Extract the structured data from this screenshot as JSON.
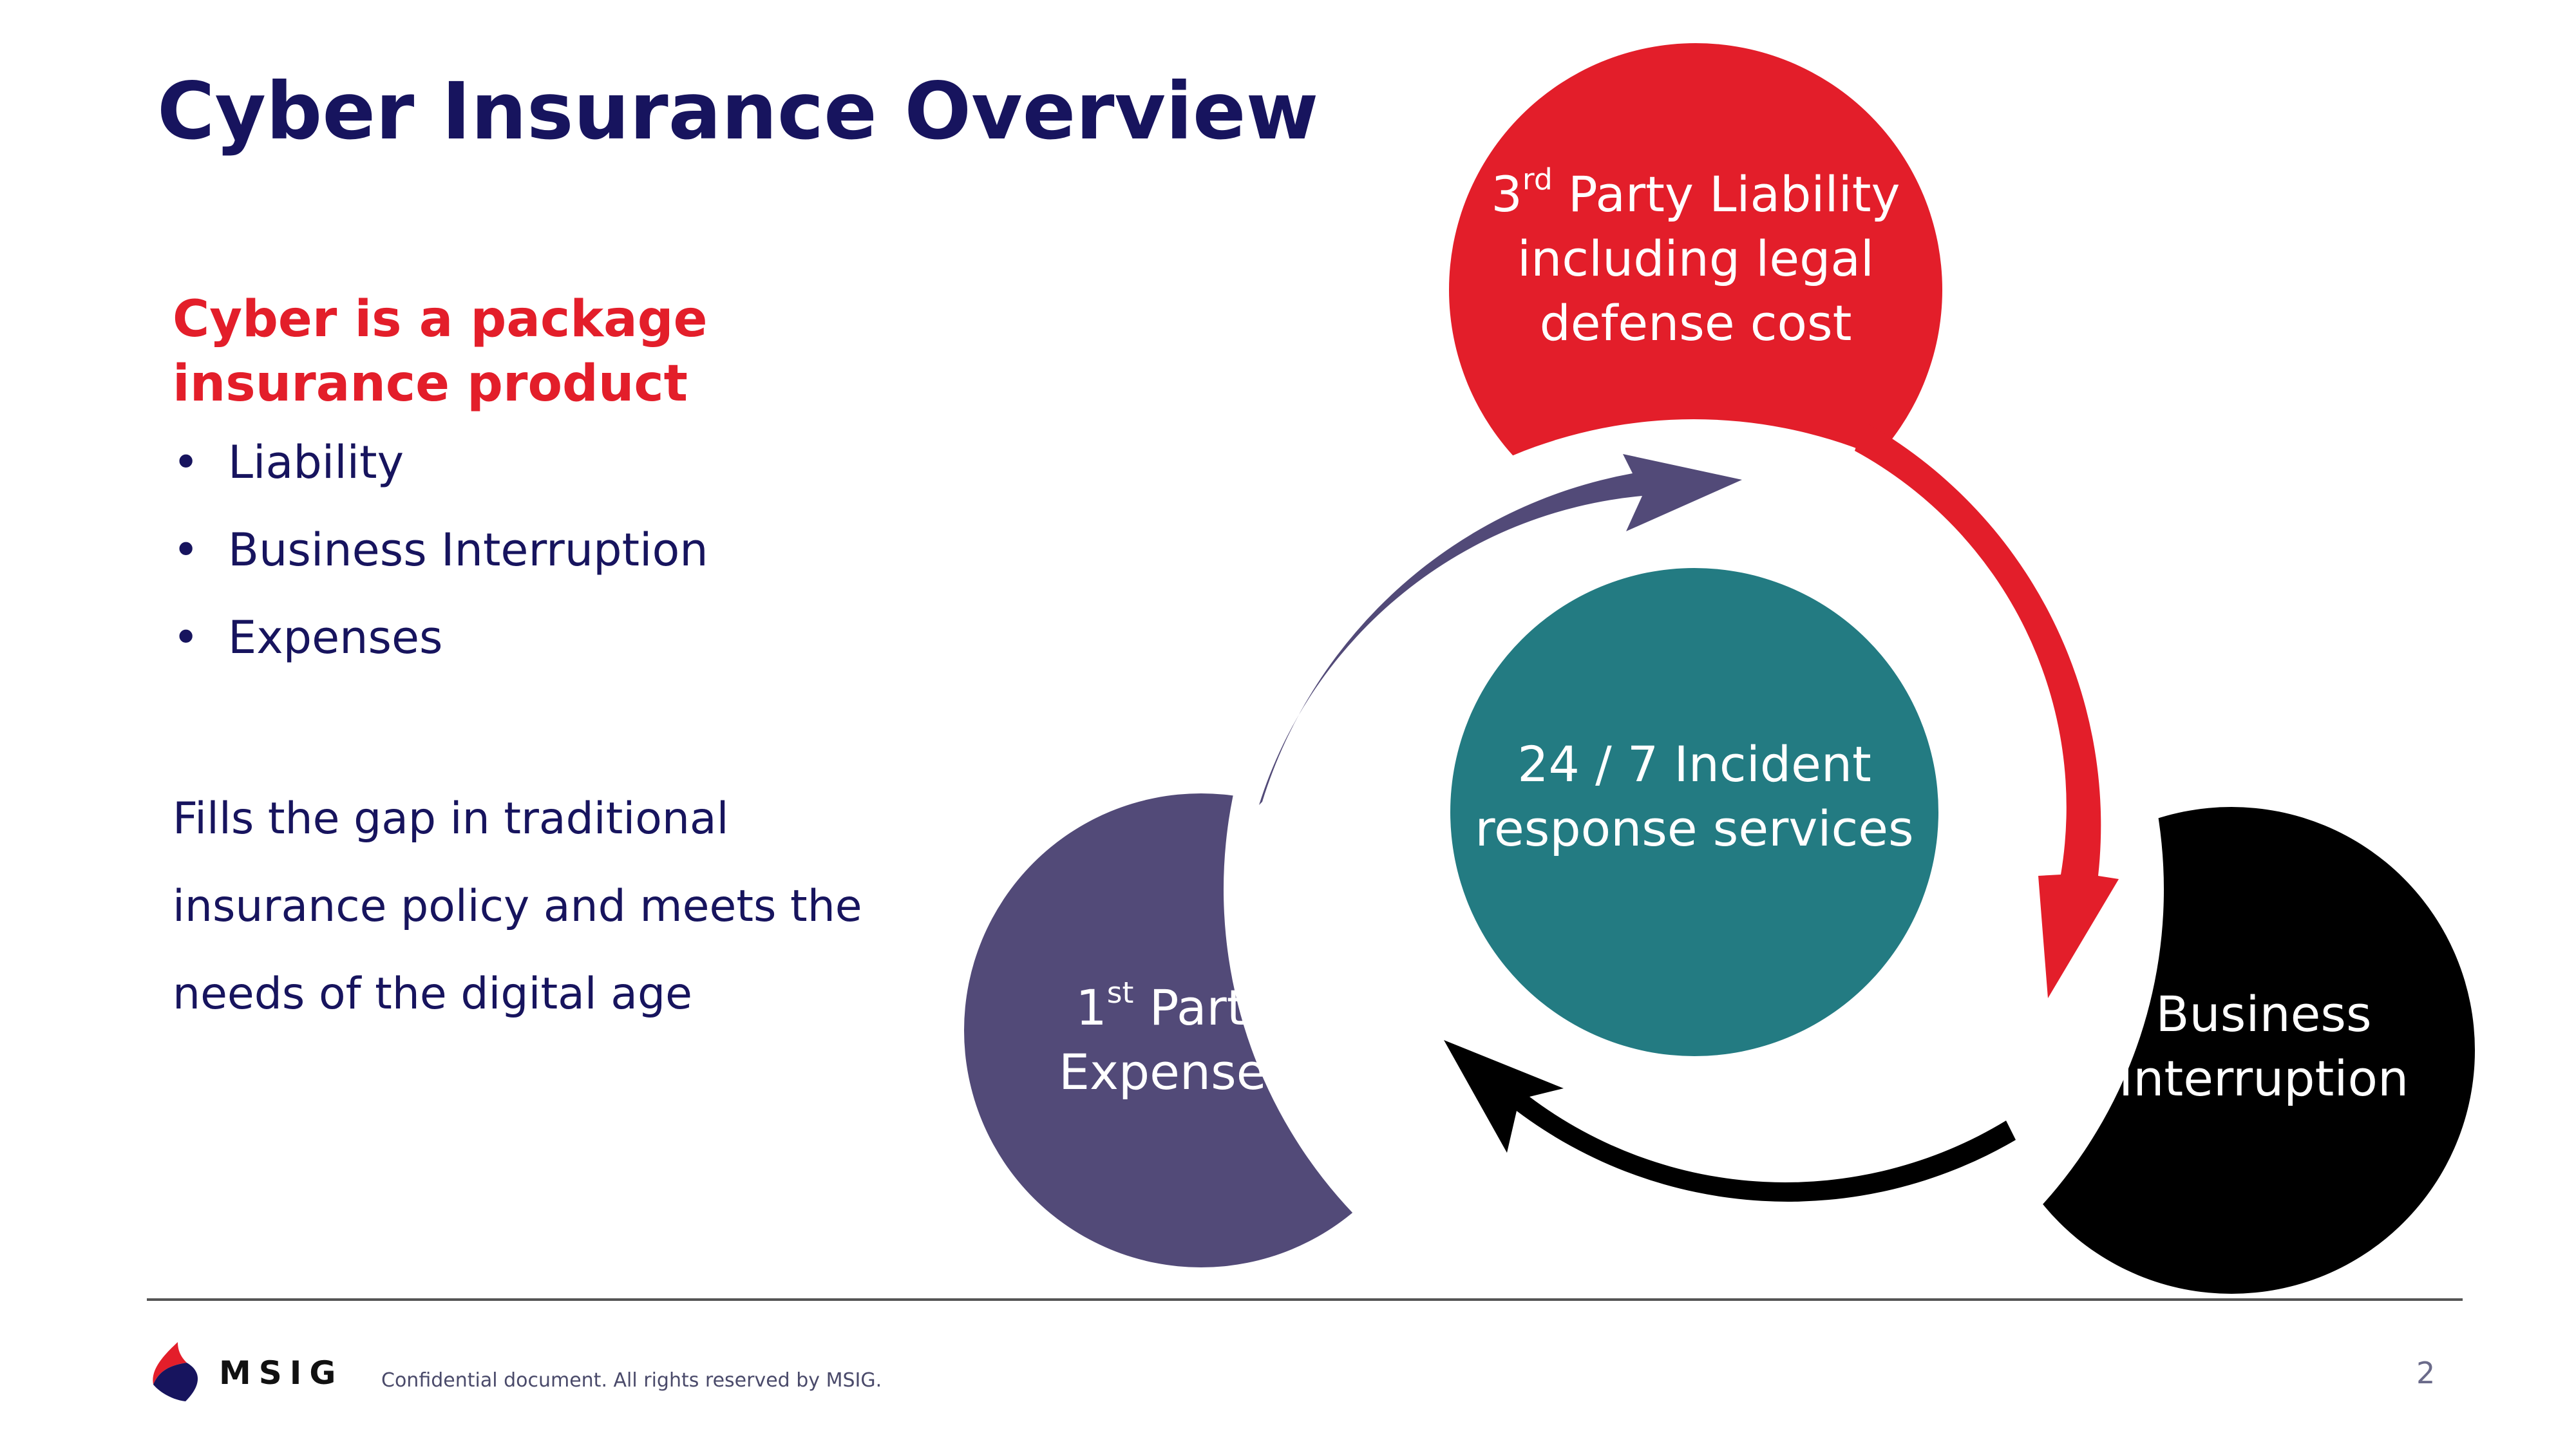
{
  "title": "Cyber Insurance Overview",
  "left_panel": {
    "subheading_line1": "Cyber is a package",
    "subheading_line2": "insurance product",
    "bullets": [
      "Liability",
      "Business Interruption",
      "Expenses"
    ],
    "bullet_char": "•",
    "paragraph_line1": "Fills the gap in traditional",
    "paragraph_line2": "insurance policy and meets the",
    "paragraph_line3": "needs of the digital age"
  },
  "diagram": {
    "third_party": {
      "ordinal_num": "3",
      "ordinal_suffix": "rd",
      "line1_rest": " Party Liability",
      "line2": "including legal",
      "line3": "defense cost",
      "color": "#e31e2a"
    },
    "business_interruption": {
      "line1": "Business",
      "line2": "Interruption",
      "color": "#000000"
    },
    "first_party": {
      "ordinal_num": "1",
      "ordinal_suffix": "st",
      "line1_rest": " Party",
      "line2": "Expenses",
      "color": "#524a78"
    },
    "center": {
      "line1": "24 / 7 Incident",
      "line2": "response services",
      "color": "#237b82"
    }
  },
  "footer": {
    "logo_text": "MSIG",
    "confidential": "Confidential document. All rights reserved by MSIG.",
    "page_number": "2",
    "logo_colors": {
      "red": "#e31e2a",
      "navy": "#17145e"
    }
  }
}
